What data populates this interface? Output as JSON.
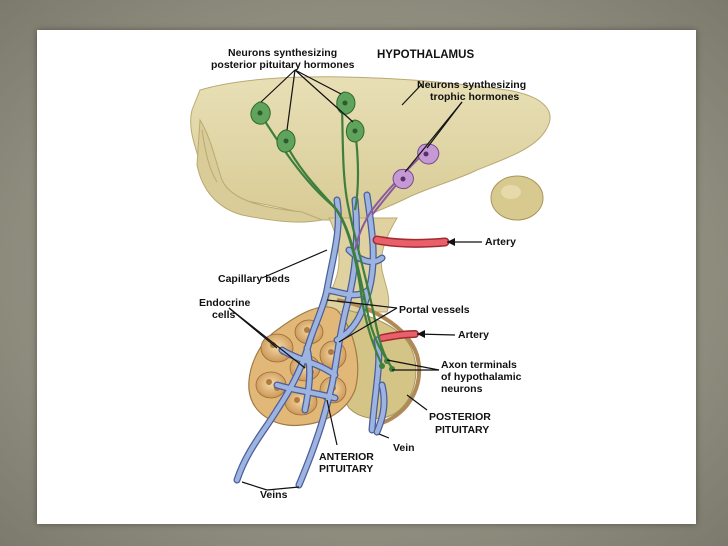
{
  "diagram": {
    "labels": {
      "neurons_posterior_1": "Neurons synthesizing",
      "neurons_posterior_2": "posterior pituitary hormones",
      "hypothalamus": "HYPOTHALAMUS",
      "neurons_trophic_1": "Neurons synthesizing",
      "neurons_trophic_2": "trophic hormones",
      "artery_top": "Artery",
      "capillary_beds": "Capillary beds",
      "endocrine_1": "Endocrine",
      "endocrine_2": "cells",
      "portal_vessels": "Portal vessels",
      "artery_bottom": "Artery",
      "axon_1": "Axon terminals",
      "axon_2": "of hypothalamic",
      "axon_3": "neurons",
      "posterior_1": "POSTERIOR",
      "posterior_2": "PITUITARY",
      "vein": "Vein",
      "anterior_1": "ANTERIOR",
      "anterior_2": "PITUITARY",
      "veins": "Veins"
    },
    "colors": {
      "tissue": "#e3d9ac",
      "tissue_dark": "#cdbf88",
      "gland": "#e2b878",
      "neuron_green": "#5a9a58",
      "neuron_purple": "#b58ac4",
      "vessel_blue": "#8fa6d4",
      "artery_red": "#e0505a"
    }
  }
}
